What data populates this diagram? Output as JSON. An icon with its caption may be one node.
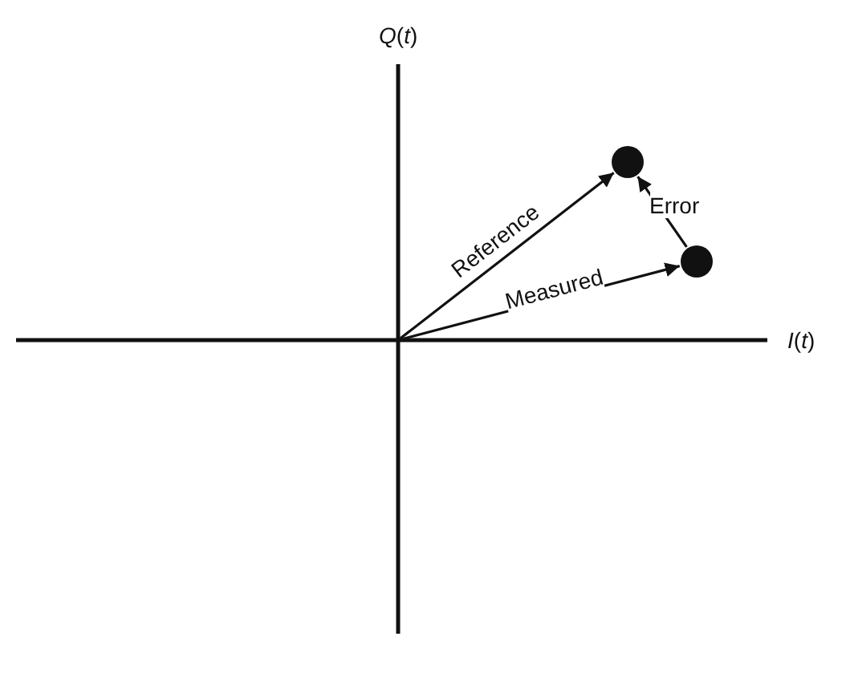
{
  "diagram": {
    "nodes": [
      {
        "text": [],
        "shape": "circle"
      },
      {
        "text": [],
        "shape": "circle"
      }
    ],
    "edges": [
      {
        "from": null,
        "to": 0,
        "arrow": "to",
        "label": "Reference"
      },
      {
        "from": null,
        "to": 1,
        "arrow": "to",
        "label": "Measured"
      },
      {
        "from": 1,
        "to": 0,
        "arrow": "to",
        "label": "Error"
      }
    ],
    "labels": [
      "*Q*(*t*)",
      "*I*(*t*)"
    ]
  }
}
